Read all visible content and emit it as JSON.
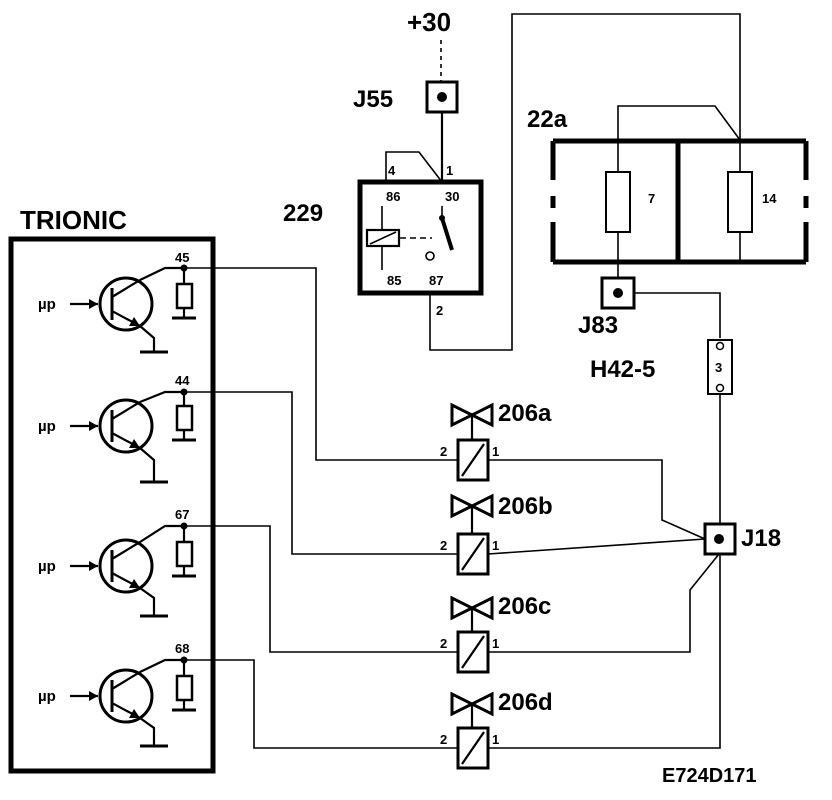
{
  "ecu": {
    "title": "TRIONIC",
    "drivers": [
      {
        "input_label": "µp",
        "pin": "45"
      },
      {
        "input_label": "µp",
        "pin": "44"
      },
      {
        "input_label": "µp",
        "pin": "67"
      },
      {
        "input_label": "µp",
        "pin": "68"
      }
    ]
  },
  "supply": {
    "label": "+30"
  },
  "connectors": {
    "j55": "J55",
    "j83": "J83",
    "j18": "J18",
    "h42": {
      "label": "H42-5",
      "pin": "3"
    }
  },
  "relay": {
    "id": "229",
    "pins": {
      "p4": "4",
      "p86": "86",
      "p1": "1",
      "p30": "30",
      "p85": "85",
      "p87": "87",
      "p2": "2"
    }
  },
  "fusebox": {
    "id": "22a",
    "fuses": [
      "7",
      "14"
    ]
  },
  "valves": [
    {
      "id": "206a",
      "pin_left": "2",
      "pin_right": "1"
    },
    {
      "id": "206b",
      "pin_left": "2",
      "pin_right": "1"
    },
    {
      "id": "206c",
      "pin_left": "2",
      "pin_right": "1"
    },
    {
      "id": "206d",
      "pin_left": "2",
      "pin_right": "1"
    }
  ],
  "footer": {
    "ref": "E724D171"
  }
}
